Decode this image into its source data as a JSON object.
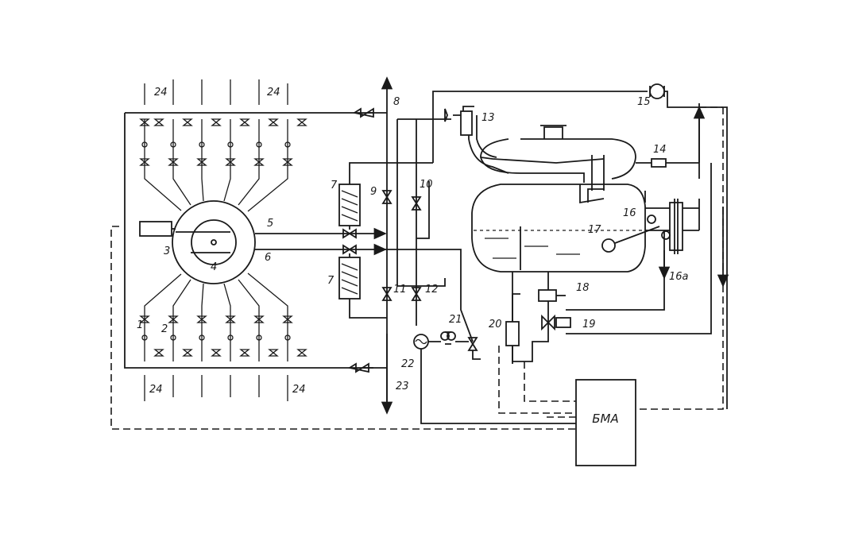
{
  "diagram": {
    "labels": {
      "n1": "1",
      "n2": "2",
      "n3": "3",
      "n4": "4",
      "n5": "5",
      "n6": "6",
      "n7a": "7",
      "n7b": "7",
      "n8": "8",
      "n9": "9",
      "n10": "10",
      "n11": "11",
      "n12": "12",
      "n13": "13",
      "n14": "14",
      "n15": "15",
      "n16": "16",
      "n16a": "16а",
      "n17": "17",
      "n18": "18",
      "n19": "19",
      "n20": "20",
      "n21": "21",
      "n22": "22",
      "n23": "23",
      "n24a": "24",
      "n24b": "24",
      "n24c": "24",
      "n24d": "24"
    },
    "control_unit": "БМА"
  }
}
